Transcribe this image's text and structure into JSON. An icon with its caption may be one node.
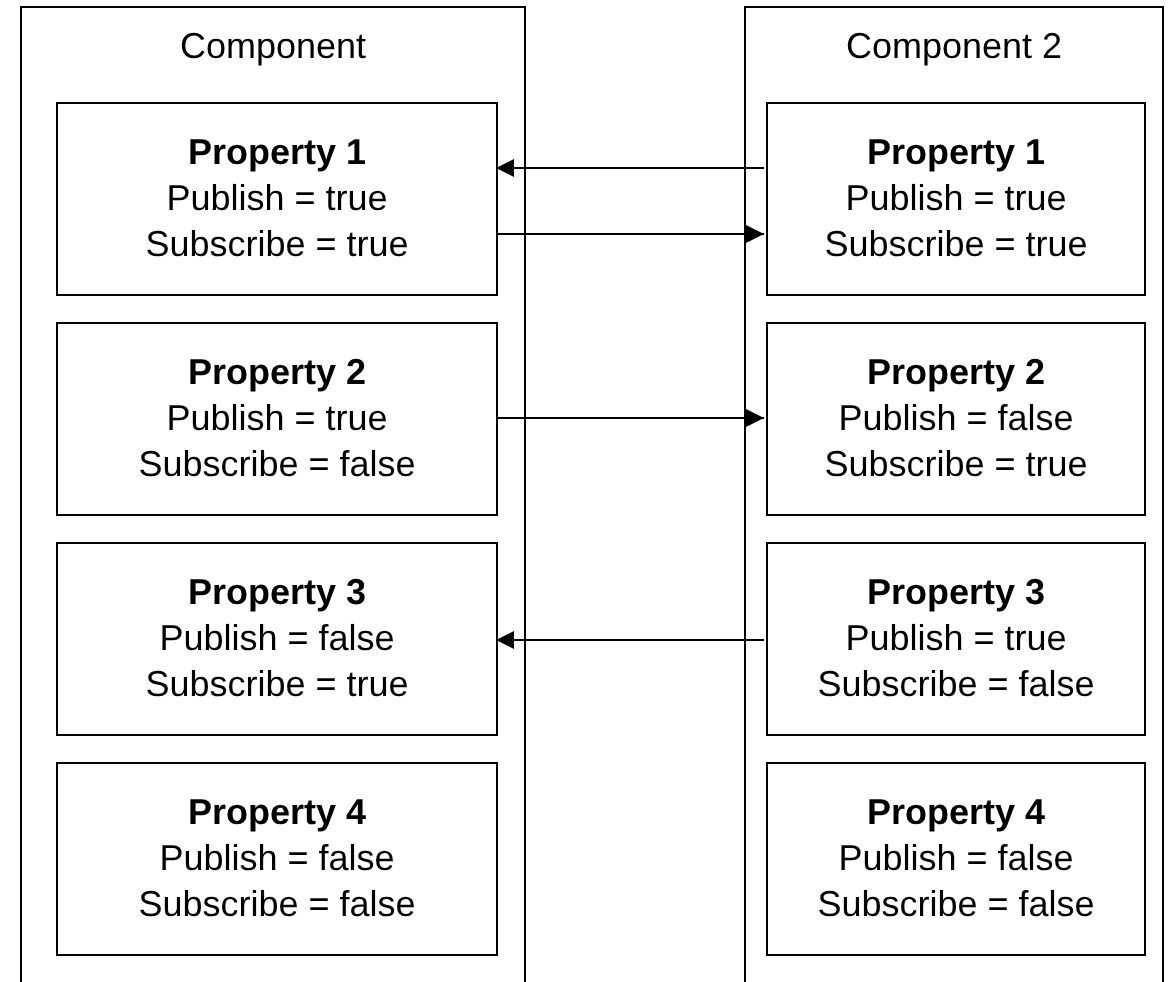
{
  "diagram": {
    "nodes": [
      {
        "text": [
          "Component"
        ]
      },
      {
        "text": [
          "Property 1",
          "Publish = true",
          "Subscribe = true"
        ],
        "in": 0
      },
      {
        "text": [
          "Property 2",
          "Publish = true",
          "Subscribe = false"
        ],
        "in": 0
      },
      {
        "text": [
          "Property 3",
          "Publish = false",
          "Subscribe = true"
        ],
        "in": 0
      },
      {
        "text": [
          "Property 4",
          "Publish = false",
          "Subscribe = false"
        ],
        "in": 0
      },
      {
        "text": [
          "Component 2"
        ]
      },
      {
        "text": [
          "Property 1",
          "Publish = true",
          "Subscribe = true"
        ],
        "in": 5
      },
      {
        "text": [
          "Property 2",
          "Publish = false",
          "Subscribe = true"
        ],
        "in": 5
      },
      {
        "text": [
          "Property 3",
          "Publish = true",
          "Subscribe = false"
        ],
        "in": 5
      },
      {
        "text": [
          "Property 4",
          "Publish = false",
          "Subscribe = false"
        ],
        "in": 5
      }
    ],
    "edges": [
      {
        "from": 6,
        "to": 1,
        "arrow": "to"
      },
      {
        "from": 1,
        "to": 6,
        "arrow": "to"
      },
      {
        "from": 2,
        "to": 7,
        "arrow": "to"
      },
      {
        "from": 8,
        "to": 3,
        "arrow": "to"
      }
    ]
  }
}
